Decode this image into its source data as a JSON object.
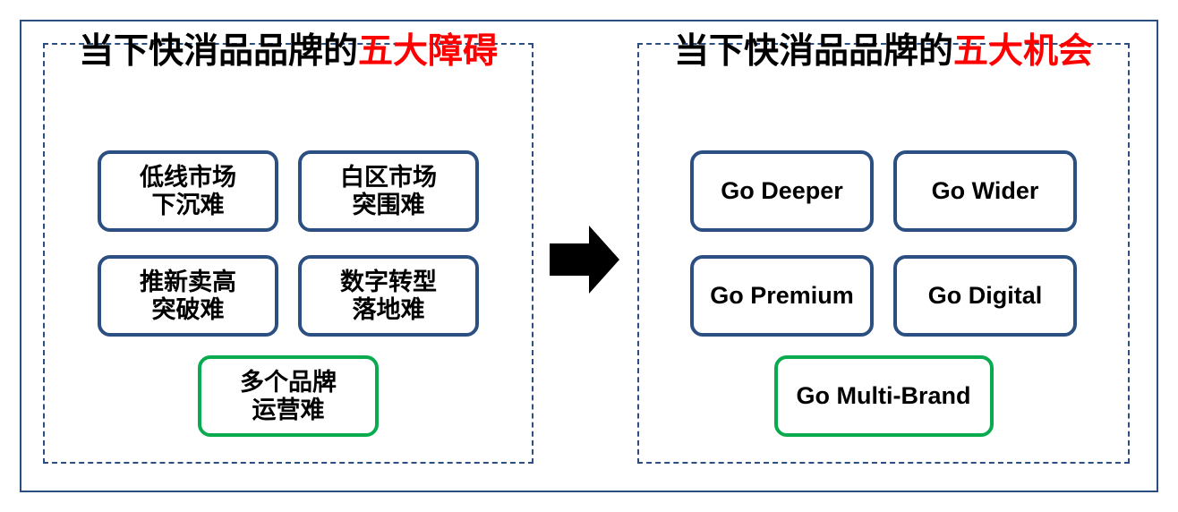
{
  "diagram": {
    "type": "transformation-diagram",
    "arrow_direction": "right",
    "colors": {
      "frame": "#2c4f82",
      "box_border_blue": "#2c4f82",
      "box_border_green": "#09ab4e",
      "title_accent_red": "#ff0000",
      "arrow": "#000000",
      "text": "#000000",
      "background": "#ffffff"
    }
  },
  "left_panel": {
    "title_prefix": "当下快消品品牌的",
    "title_accent": "五大障碍",
    "rows": [
      [
        {
          "line1": "低线市场",
          "line2": "下沉难",
          "border": "blue"
        },
        {
          "line1": "白区市场",
          "line2": "突围难",
          "border": "blue"
        }
      ],
      [
        {
          "line1": "推新卖高",
          "line2": "突破难",
          "border": "blue"
        },
        {
          "line1": "数字转型",
          "line2": "落地难",
          "border": "blue"
        }
      ],
      [
        {
          "line1": "多个品牌",
          "line2": "运营难",
          "border": "green"
        }
      ]
    ]
  },
  "right_panel": {
    "title_prefix": "当下快消品品牌的",
    "title_accent": "五大机会",
    "rows": [
      [
        {
          "line1": "Go Deeper",
          "border": "blue"
        },
        {
          "line1": "Go Wider",
          "border": "blue"
        }
      ],
      [
        {
          "line1": "Go Premium",
          "border": "blue"
        },
        {
          "line1": "Go Digital",
          "border": "blue"
        }
      ],
      [
        {
          "line1": "Go Multi-Brand",
          "border": "green"
        }
      ]
    ]
  },
  "arrow": {
    "name": "right-arrow-icon"
  }
}
